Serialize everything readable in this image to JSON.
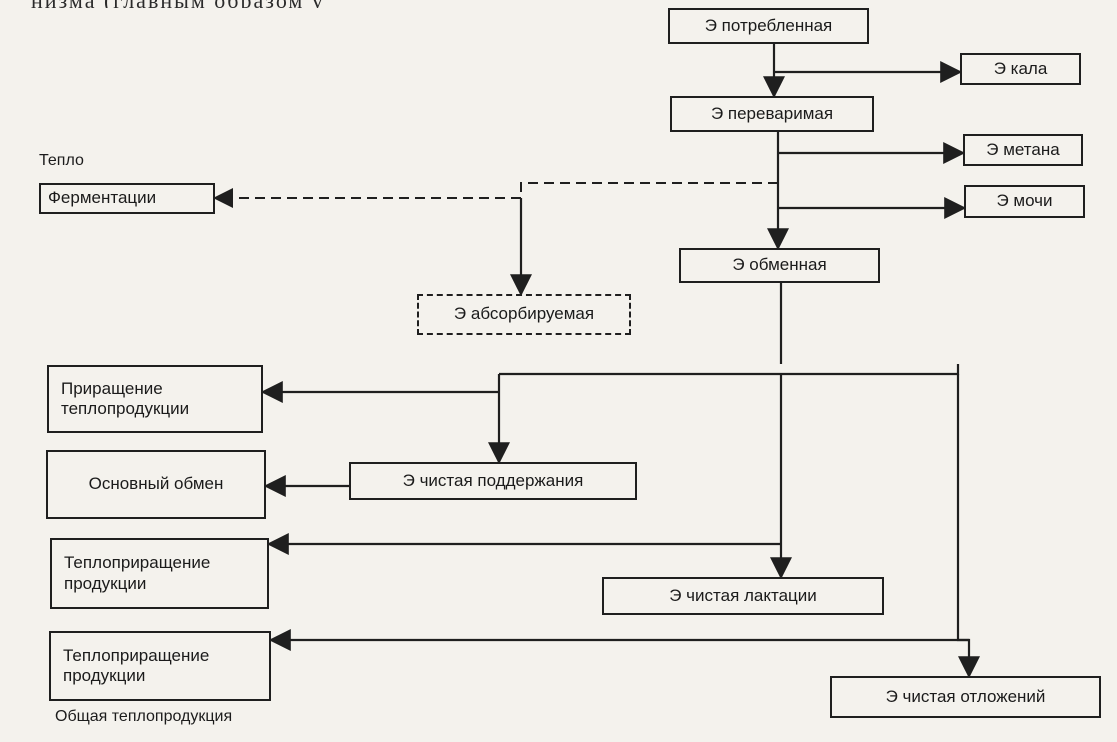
{
  "header": {
    "partial_text": "низма (главным образом у"
  },
  "labels": {
    "heat_caption": "Тепло",
    "total_heat_caption": "Общая теплопродукция"
  },
  "nodes": {
    "consumed": {
      "text": "Э  потребленная"
    },
    "feces": {
      "text": "Э кала"
    },
    "digestible": {
      "text": "Э  переваримая"
    },
    "methane": {
      "text": "Э  метана"
    },
    "urine": {
      "text": "Э  мочи"
    },
    "fermentation": {
      "text": "Ферментации"
    },
    "metabolizable": {
      "text": "Э  обменная"
    },
    "absorbed": {
      "text": "Э  абсорбируемая"
    },
    "heat_increment": {
      "line1": "Приращение",
      "line2": "теплопродукции"
    },
    "basal": {
      "text": "Основный обмен"
    },
    "maintenance": {
      "text": "Э  чистая поддержания"
    },
    "heat_production_1": {
      "line1": "Теплоприращение",
      "line2": "продукции"
    },
    "lactation": {
      "text": "Э чистая лактации"
    },
    "heat_production_2": {
      "line1": "Теплоприращение",
      "line2": "продукции"
    },
    "deposition": {
      "text": "Э  чистая  отложений"
    }
  },
  "style": {
    "stroke": "#1f1f1f",
    "background": "#f4f2ed"
  }
}
